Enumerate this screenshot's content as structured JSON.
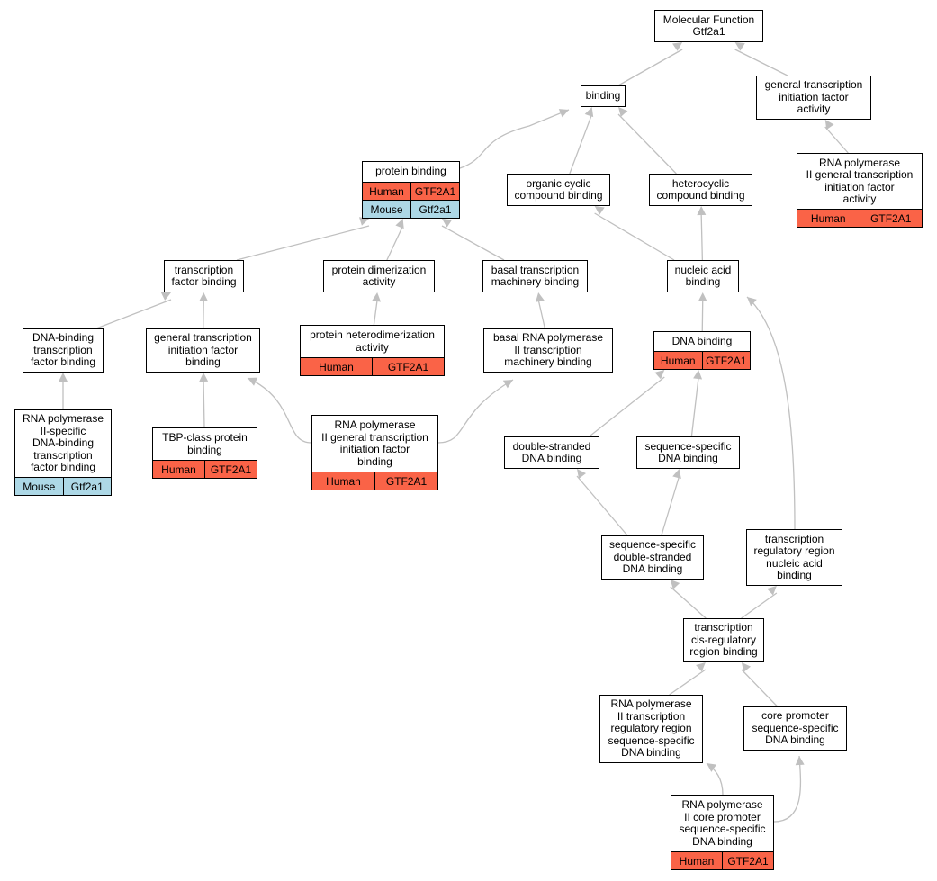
{
  "species_colors": {
    "Human": "#fa6347",
    "Mouse": "#add8e6"
  },
  "edge_color": "#c0c0c0",
  "nodes": {
    "mf": {
      "label": "Molecular Function\nGtf2a1"
    },
    "binding": {
      "label": "binding"
    },
    "gtifa": {
      "label": "general transcription\ninitiation factor\nactivity"
    },
    "rnap2gt": {
      "label": "RNA polymerase\nII general transcription\ninitiation factor\nactivity",
      "tags": [
        {
          "species": "Human",
          "gene": "GTF2A1"
        }
      ]
    },
    "protbind": {
      "label": "protein binding",
      "tags": [
        {
          "species": "Human",
          "gene": "GTF2A1"
        },
        {
          "species": "Mouse",
          "gene": "Gtf2a1"
        }
      ]
    },
    "orgcyc": {
      "label": "organic cyclic\ncompound binding"
    },
    "hetero": {
      "label": "heterocyclic\ncompound binding"
    },
    "tfbind": {
      "label": "transcription\nfactor binding"
    },
    "protdim": {
      "label": "protein dimerization\nactivity"
    },
    "basalmach": {
      "label": "basal transcription\nmachinery binding"
    },
    "nucacid": {
      "label": "nucleic acid\nbinding"
    },
    "dnatf": {
      "label": "DNA-binding\ntranscription\nfactor binding"
    },
    "gtifb": {
      "label": "general transcription\ninitiation factor\nbinding"
    },
    "protheter": {
      "label": "protein heterodimerization\nactivity",
      "tags": [
        {
          "species": "Human",
          "gene": "GTF2A1"
        }
      ]
    },
    "basalrna": {
      "label": "basal RNA polymerase\nII transcription\nmachinery binding"
    },
    "dnabind": {
      "label": "DNA binding",
      "tags": [
        {
          "species": "Human",
          "gene": "GTF2A1"
        }
      ]
    },
    "rnapdna": {
      "label": "RNA polymerase\nII-specific\nDNA-binding\ntranscription\nfactor binding",
      "tags": [
        {
          "species": "Mouse",
          "gene": "Gtf2a1"
        }
      ]
    },
    "tbp": {
      "label": "TBP-class protein\nbinding",
      "tags": [
        {
          "species": "Human",
          "gene": "GTF2A1"
        }
      ]
    },
    "rnapgtif": {
      "label": "RNA polymerase\nII general transcription\ninitiation factor\nbinding",
      "tags": [
        {
          "species": "Human",
          "gene": "GTF2A1"
        }
      ]
    },
    "dsdna": {
      "label": "double-stranded\nDNA binding"
    },
    "ssdna": {
      "label": "sequence-specific\nDNA binding"
    },
    "ssds": {
      "label": "sequence-specific\ndouble-stranded\nDNA binding"
    },
    "treg": {
      "label": "transcription\nregulatory region\nnucleic acid\nbinding"
    },
    "tcis": {
      "label": "transcription\ncis-regulatory\nregion binding"
    },
    "rnaptrr": {
      "label": "RNA polymerase\nII transcription\nregulatory region\nsequence-specific\nDNA binding"
    },
    "corepro": {
      "label": "core promoter\nsequence-specific\nDNA binding"
    },
    "rnapcore": {
      "label": "RNA polymerase\nII core promoter\nsequence-specific\nDNA binding",
      "tags": [
        {
          "species": "Human",
          "gene": "GTF2A1"
        }
      ]
    }
  },
  "edges": [
    [
      "binding",
      "mf"
    ],
    [
      "gtifa",
      "mf"
    ],
    [
      "rnap2gt",
      "gtifa"
    ],
    [
      "protbind",
      "binding"
    ],
    [
      "orgcyc",
      "binding"
    ],
    [
      "hetero",
      "binding"
    ],
    [
      "tfbind",
      "protbind"
    ],
    [
      "protdim",
      "protbind"
    ],
    [
      "basalmach",
      "protbind"
    ],
    [
      "nucacid",
      "orgcyc"
    ],
    [
      "nucacid",
      "hetero"
    ],
    [
      "dnatf",
      "tfbind"
    ],
    [
      "gtifb",
      "tfbind"
    ],
    [
      "protheter",
      "protdim"
    ],
    [
      "basalrna",
      "basalmach"
    ],
    [
      "dnabind",
      "nucacid"
    ],
    [
      "treg",
      "nucacid"
    ],
    [
      "rnapdna",
      "dnatf"
    ],
    [
      "tbp",
      "gtifb"
    ],
    [
      "rnapgtif",
      "gtifb"
    ],
    [
      "rnapgtif",
      "basalrna"
    ],
    [
      "dsdna",
      "dnabind"
    ],
    [
      "ssdna",
      "dnabind"
    ],
    [
      "ssds",
      "dsdna"
    ],
    [
      "ssds",
      "ssdna"
    ],
    [
      "tcis",
      "ssds"
    ],
    [
      "tcis",
      "treg"
    ],
    [
      "rnaptrr",
      "tcis"
    ],
    [
      "corepro",
      "tcis"
    ],
    [
      "rnapcore",
      "rnaptrr"
    ],
    [
      "rnapcore",
      "corepro"
    ]
  ]
}
